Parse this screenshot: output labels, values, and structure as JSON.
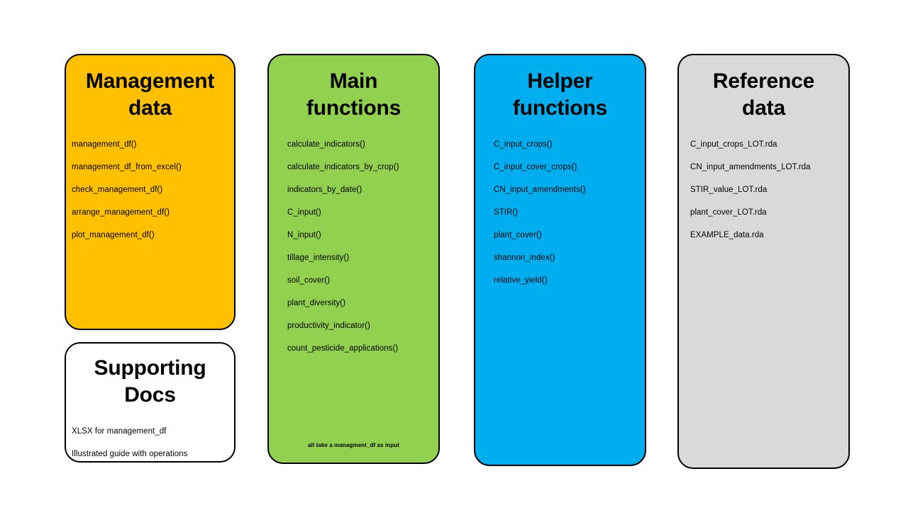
{
  "diagram": {
    "background_color": "#FFFFFF",
    "columns": [
      {
        "id": "management-data",
        "title": "Management\ndata",
        "color": "#FFC000",
        "items": [
          "management_df()",
          "management_df_from_excel()",
          "check_management_df()",
          "arrange_management_df()",
          "plot_management_df()"
        ]
      },
      {
        "id": "supporting-docs",
        "title": "Supporting\nDocs",
        "color": "#FFFFFF",
        "items": [
          "XLSX for management_df",
          "Illustrated guide with operations"
        ]
      },
      {
        "id": "main-functions",
        "title": "Main\nfunctions",
        "color": "#92D050",
        "footnote": "all take a managment_df as input",
        "items": [
          "calculate_indicators()",
          "calculate_indicators_by_crop()",
          "indicators_by_date()",
          "C_input()",
          "N_input()",
          "tillage_intensity()",
          "soil_cover()",
          "plant_diversity()",
          "productivity_indicator()",
          "count_pesticide_applications()"
        ]
      },
      {
        "id": "helper-functions",
        "title": "Helper\nfunctions",
        "color": "#00AEEF",
        "items": [
          "C_input_crops()",
          "C_input_cover_crops()",
          "CN_input_amendments()",
          "STIR()",
          "plant_cover()",
          "shannon_index()",
          "relative_yield()"
        ]
      },
      {
        "id": "reference-data",
        "title": "Reference\ndata",
        "color": "#D9D9D9",
        "items": [
          "C_input_crops_LOT.rda",
          "CN_input_amendments_LOT.rda",
          "STIR_value_LOT.rda",
          "plant_cover_LOT.rda",
          "EXAMPLE_data.rda"
        ]
      }
    ]
  }
}
